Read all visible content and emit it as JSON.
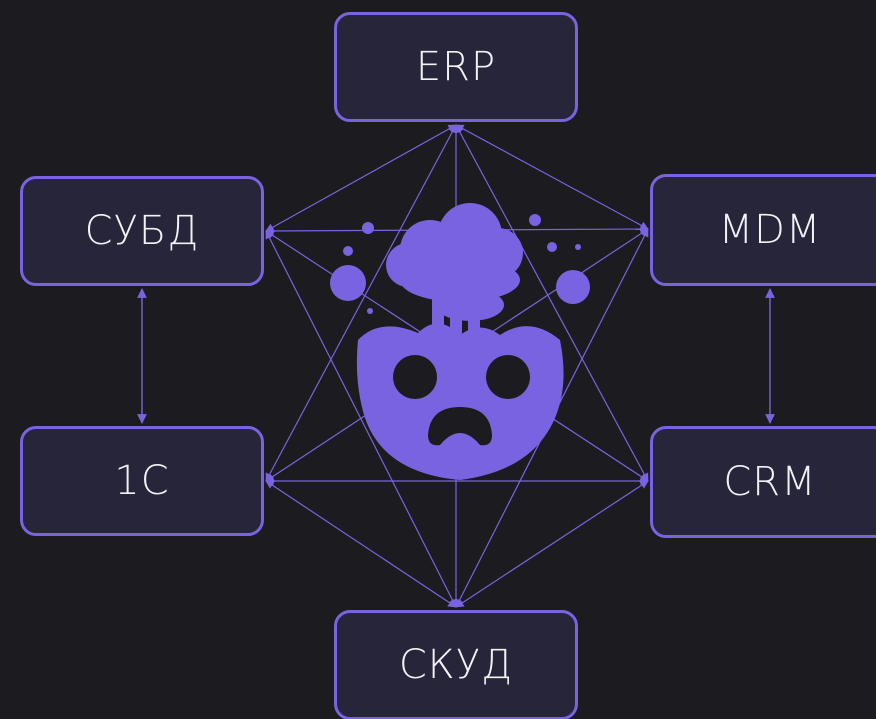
{
  "diagram": {
    "nodes": [
      {
        "id": "erp",
        "label": "ERP"
      },
      {
        "id": "subd",
        "label": "СУБД"
      },
      {
        "id": "mdm",
        "label": "MDM"
      },
      {
        "id": "1c",
        "label": "1С"
      },
      {
        "id": "crm",
        "label": "CRM"
      },
      {
        "id": "skud",
        "label": "СКУД"
      }
    ],
    "edges": [
      [
        "erp",
        "subd"
      ],
      [
        "erp",
        "mdm"
      ],
      [
        "erp",
        "1c"
      ],
      [
        "erp",
        "crm"
      ],
      [
        "erp",
        "skud"
      ],
      [
        "subd",
        "mdm"
      ],
      [
        "subd",
        "crm"
      ],
      [
        "subd",
        "skud"
      ],
      [
        "mdm",
        "1c"
      ],
      [
        "mdm",
        "skud"
      ],
      [
        "1c",
        "crm"
      ],
      [
        "1c",
        "skud"
      ],
      [
        "crm",
        "skud"
      ]
    ],
    "bidirectional_edges": [
      [
        "subd",
        "1c"
      ],
      [
        "mdm",
        "crm"
      ]
    ],
    "center_icon": "exploding-head-mascot-icon",
    "colors": {
      "background": "#1c1b1f",
      "node_fill": "#27253a",
      "node_border": "#7a63e0",
      "line": "#7a63e0",
      "text": "#f2f1f6"
    }
  }
}
